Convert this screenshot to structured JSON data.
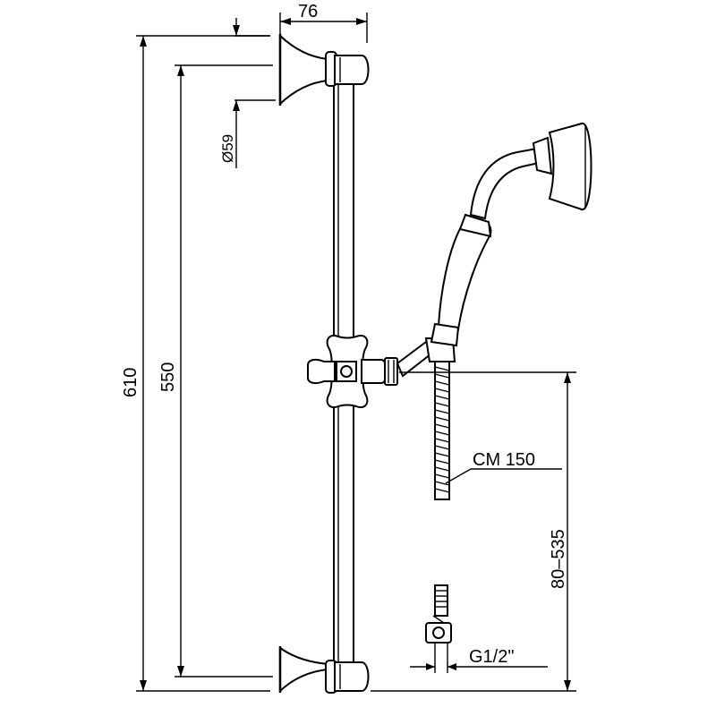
{
  "dimensions": {
    "top_width": "76",
    "diameter": "Ø59",
    "total_height": "610",
    "bar_length": "550",
    "hose_length": "CM 150",
    "slider_range": "80–535",
    "connector_thread": "G1/2\""
  }
}
